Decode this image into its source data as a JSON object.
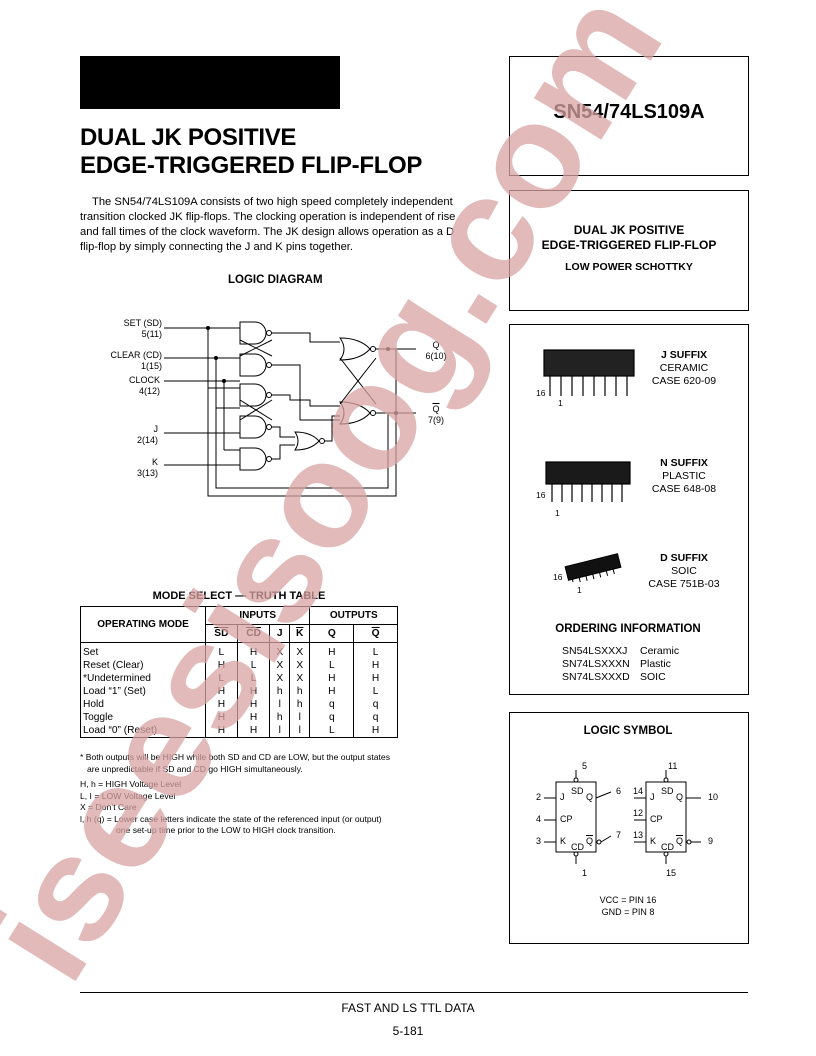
{
  "part_number": "SN54/74LS109A",
  "title_lines": [
    "DUAL JK POSITIVE",
    "EDGE-TRIGGERED FLIP-FLOP"
  ],
  "intro_lines": [
    "The SN54/74LS109A consists of two high speed completely independent",
    "transition clocked JK flip-flops. The clocking operation is independent of rise",
    "and fall times of the clock waveform. The JK design allows operation as a D",
    "flip-flop by simply connecting the J and K pins together."
  ],
  "logic_diagram": {
    "heading": "LOGIC DIAGRAM",
    "inputs": [
      {
        "name": "SET (SD)",
        "pin": "5(11)"
      },
      {
        "name": "CLEAR (CD)",
        "pin": "1(15)"
      },
      {
        "name": "CLOCK",
        "pin": "4(12)"
      },
      {
        "name": "J",
        "pin": "2(14)"
      },
      {
        "name": "K",
        "pin": "3(13)"
      }
    ],
    "outputs": [
      {
        "name": "Q",
        "pin": "6(10)"
      },
      {
        "name": "Q",
        "pin": "7(9)"
      }
    ]
  },
  "right_panel": {
    "desc_lines": [
      "DUAL JK POSITIVE",
      "EDGE-TRIGGERED FLIP-FLOP"
    ],
    "subtitle": "LOW POWER SCHOTTKY",
    "packages": [
      {
        "suffix": "J SUFFIX",
        "material": "CERAMIC",
        "case": "CASE 620-09",
        "pin_high": "16",
        "pin_low": "1"
      },
      {
        "suffix": "N SUFFIX",
        "material": "PLASTIC",
        "case": "CASE 648-08",
        "pin_high": "16",
        "pin_low": "1"
      },
      {
        "suffix": "D SUFFIX",
        "material": "SOIC",
        "case": "CASE 751B-03",
        "pin_high": "16",
        "pin_low": "1"
      }
    ],
    "ordering_heading": "ORDERING INFORMATION",
    "ordering": [
      {
        "part": "SN54LSXXXJ",
        "pkg": "Ceramic"
      },
      {
        "part": "SN74LSXXXN",
        "pkg": "Plastic"
      },
      {
        "part": "SN74LSXXXD",
        "pkg": "SOIC"
      }
    ]
  },
  "truth_table": {
    "heading": "MODE SELECT — TRUTH TABLE",
    "col_mode": "OPERATING MODE",
    "group_inputs": "INPUTS",
    "group_outputs": "OUTPUTS",
    "cols": [
      "SD",
      "CD",
      "J",
      "K",
      "Q",
      "Q"
    ],
    "rows": [
      [
        "Set",
        "L",
        "H",
        "X",
        "X",
        "H",
        "L"
      ],
      [
        "Reset (Clear)",
        "H",
        "L",
        "X",
        "X",
        "L",
        "H"
      ],
      [
        "*Undetermined",
        "L",
        "L",
        "X",
        "X",
        "H",
        "H"
      ],
      [
        "Load “1” (Set)",
        "H",
        "H",
        "h",
        "h",
        "H",
        "L"
      ],
      [
        "Hold",
        "H",
        "H",
        "l",
        "h",
        "q",
        "q"
      ],
      [
        "Toggle",
        "H",
        "H",
        "h",
        "l",
        "q",
        "q"
      ],
      [
        "Load “0” (Reset)",
        "H",
        "H",
        "l",
        "l",
        "L",
        "H"
      ]
    ]
  },
  "notes": [
    "* Both outputs will be HIGH while both SD and CD are LOW, but the output states",
    "are unpredictable if SD and CD go HIGH simultaneously.",
    "H, h = HIGH Voltage Level",
    "L, I = LOW Voltage Level",
    "X = Don’t Care",
    "l, h (q) = Lower case letters indicate the state of the referenced input (or output)",
    "one set-up time prior to the LOW to HIGH clock transition."
  ],
  "logic_symbol": {
    "heading": "LOGIC SYMBOL",
    "left": {
      "top": "5",
      "bottom": "1",
      "j": "2",
      "cp": "4",
      "k": "3",
      "q": "6",
      "qbar": "7"
    },
    "right": {
      "top": "11",
      "bottom": "15",
      "j": "14",
      "cp": "12",
      "k": "13",
      "q": "10",
      "qbar": "9"
    },
    "pin_labels": {
      "j": "J",
      "cp": "CP",
      "k": "K",
      "sd": "SD",
      "cd": "CD",
      "q": "Q"
    },
    "vcc": "VCC = PIN 16",
    "gnd": "GND = PIN 8"
  },
  "footer": {
    "line1": "FAST AND LS TTL DATA",
    "page": "5-181"
  },
  "watermark": {
    "text": "iseesisoog.com",
    "color": "#d9a3a3"
  }
}
